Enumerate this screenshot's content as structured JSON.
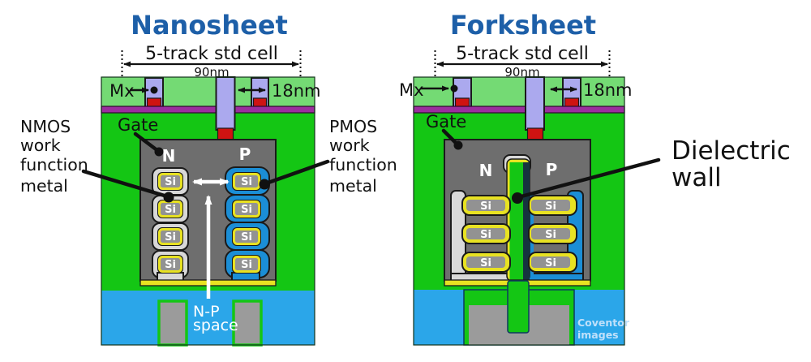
{
  "panels": [
    {
      "title": "Nanosheet",
      "cell_label": "5-track std cell",
      "cell_width": "90nm",
      "mx": "Mx",
      "pitch": "18nm",
      "gate": "Gate",
      "n": "N",
      "p": "P",
      "si": "Si",
      "np1": "N-P",
      "np2": "space"
    },
    {
      "title": "Forksheet",
      "cell_label": "5-track std cell",
      "cell_width": "90nm",
      "mx": "Mx",
      "pitch": "18nm",
      "gate": "Gate",
      "n": "N",
      "p": "P",
      "si": "Si"
    }
  ],
  "annotations": {
    "nmos": {
      "l1": "NMOS",
      "l2": "work",
      "l3": "function",
      "l4": "metal"
    },
    "pmos": {
      "l1": "PMOS",
      "l2": "work",
      "l3": "function",
      "l4": "metal"
    },
    "dielectric": {
      "l1": "Dielectric",
      "l2": "wall"
    }
  },
  "credit": {
    "l1": "Coventor",
    "l2": "images"
  },
  "colors": {
    "title-blue": "#1d5fa8",
    "green-light": "#74da74",
    "green": "#14c614",
    "purple-bar": "#aba9ee",
    "purple-stripe": "#9b2d9e",
    "red": "#cf1312",
    "gate-gray": "#6e6e6e",
    "si-gray": "#929292",
    "metal-nmos": "#d8d8d8",
    "metal-pmos": "#1b8ed6",
    "yellow": "#e8e222",
    "sti-blue": "#2ba6e9",
    "fin-gray": "#9b9b9b",
    "credit-blue": "#bfe0fa",
    "dark": "#1a1a1a"
  }
}
